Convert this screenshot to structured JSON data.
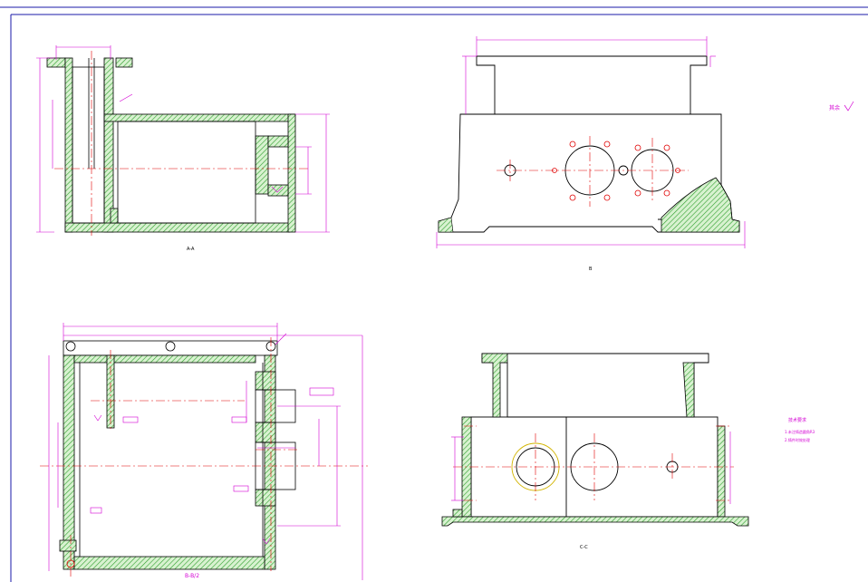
{
  "colors": {
    "background": "#ffffff",
    "frame": "#1a1aa8",
    "outline": "#000000",
    "hatch": "#2e9e2e",
    "hatch_fill": "#d8f2d0",
    "centerline": "#e00000",
    "dimension": "#d400d4",
    "bearing_ring": "#d2b400"
  },
  "labels": {
    "view_top_left": "A-A",
    "view_top_right": "B",
    "view_bottom_left": "B-B",
    "view_bottom_right": "C-C",
    "section_label": "B-B/2",
    "roughness_note": "其余",
    "notes_title": "技术要求",
    "note_1": "1.未注铸造圆角R3",
    "note_2": "2.铸件时效处理"
  }
}
